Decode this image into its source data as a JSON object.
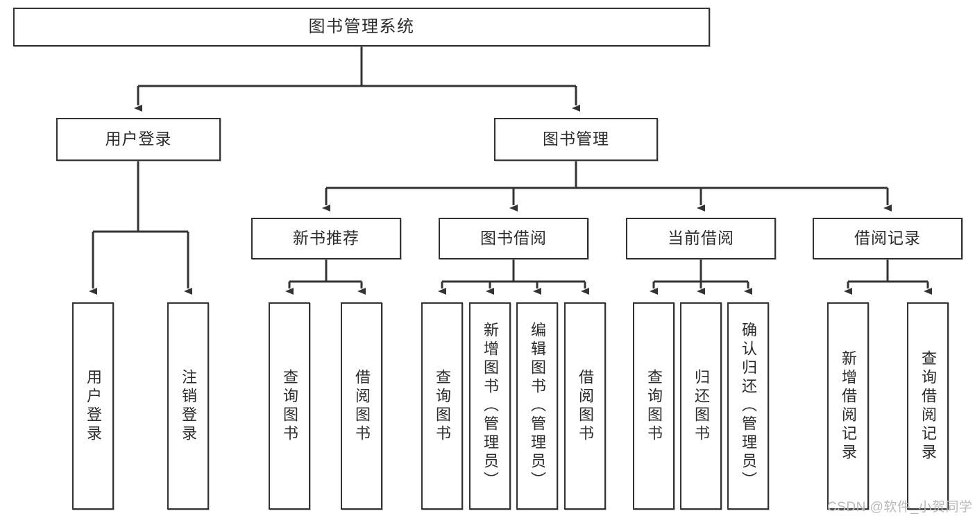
{
  "diagram": {
    "title": "图书管理系统",
    "type": "tree-hierarchy-chart",
    "orientation": "top-down",
    "colors": {
      "box_border": "#333333",
      "box_fill": "#ffffff",
      "edge": "#333333",
      "text": "#2b2b2b",
      "watermark": "#b9b9b9",
      "background": "#ffffff"
    },
    "root": {
      "label": "图书管理系统"
    },
    "level2": [
      {
        "label": "用户登录"
      },
      {
        "label": "图书管理"
      }
    ],
    "level3": [
      {
        "label": "新书推荐"
      },
      {
        "label": "图书借阅"
      },
      {
        "label": "当前借阅"
      },
      {
        "label": "借阅记录"
      }
    ],
    "leaves": {
      "user_login": [
        {
          "label": "用户登录"
        },
        {
          "label": "注销登录"
        }
      ],
      "new_book_recommend": [
        {
          "label": "查询图书"
        },
        {
          "label": "借阅图书"
        }
      ],
      "book_borrow": [
        {
          "label": "查询图书"
        },
        {
          "label": "新增图书（管理员）"
        },
        {
          "label": "编辑图书（管理员）"
        },
        {
          "label": "借阅图书"
        }
      ],
      "current_borrow": [
        {
          "label": "查询图书"
        },
        {
          "label": "归还图书"
        },
        {
          "label": "确认归还（管理员）"
        }
      ],
      "borrow_record": [
        {
          "label": "新增借阅记录"
        },
        {
          "label": "查询借阅记录"
        }
      ]
    }
  },
  "watermark": {
    "text": "CSDN @软件_小贺同学"
  }
}
